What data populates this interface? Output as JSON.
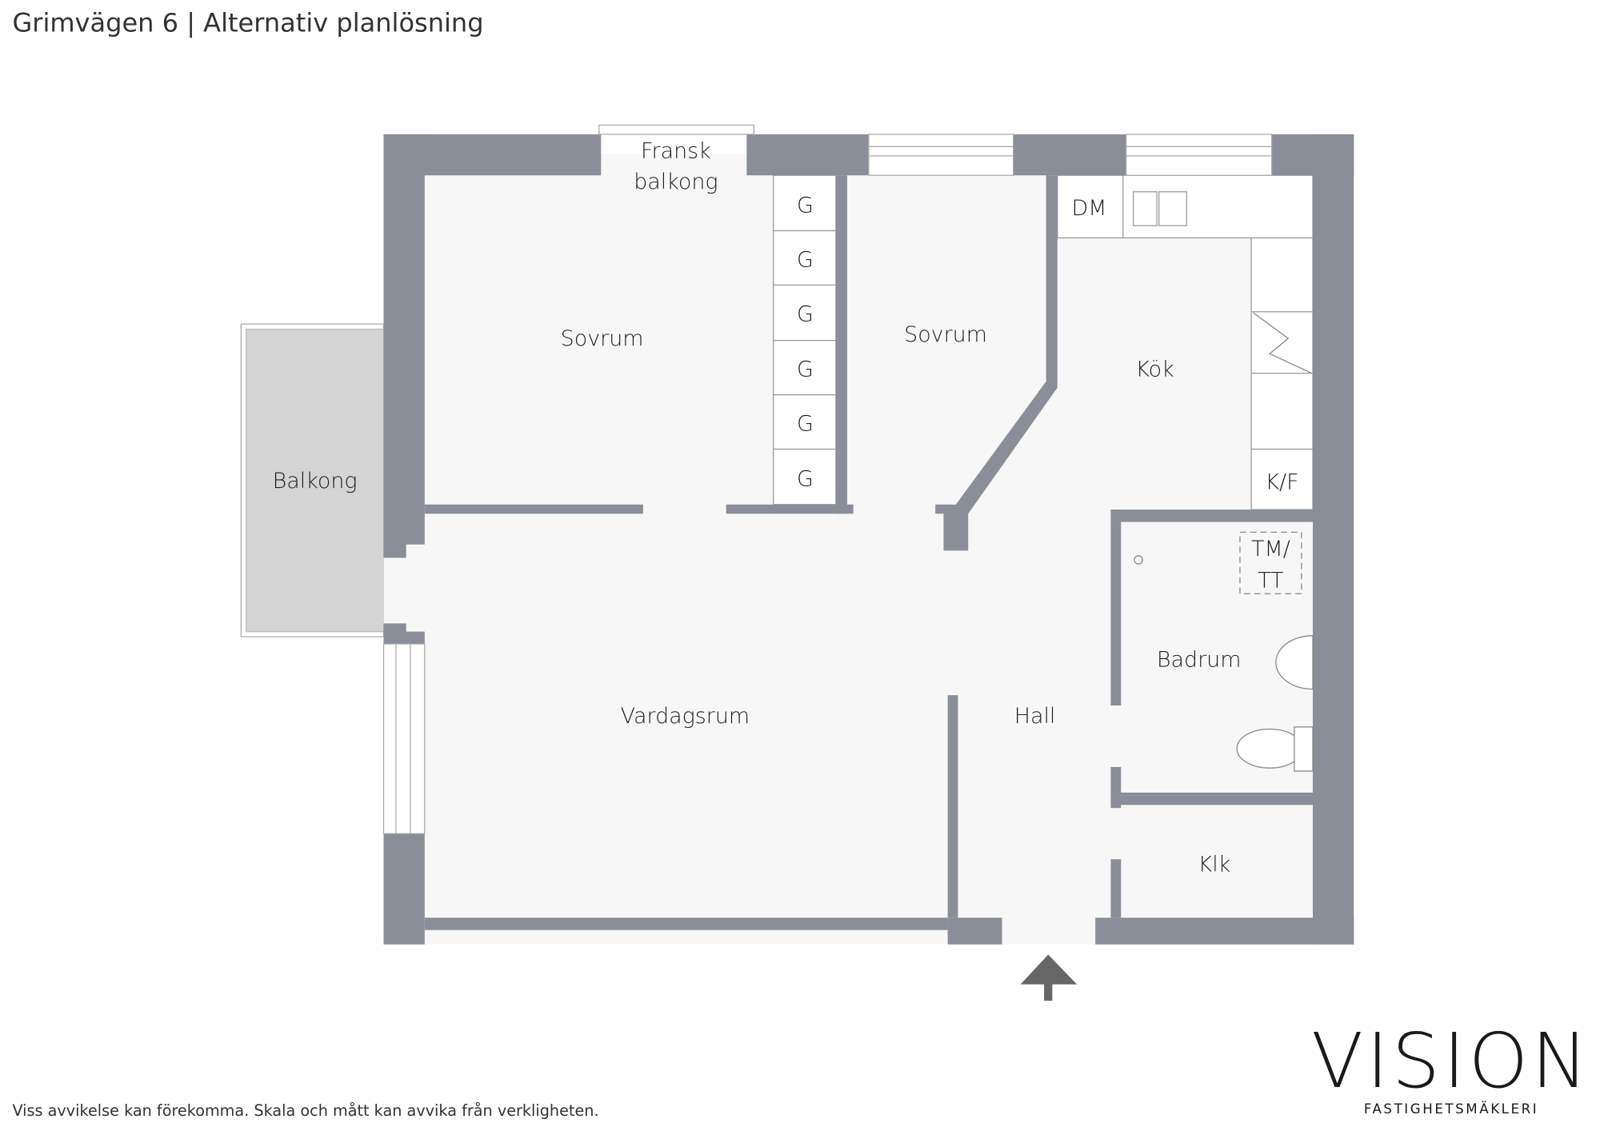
{
  "title": "Grimvägen 6 | Alternativ planlösning",
  "footnote": "Viss avvikelse kan förekomma. Skala och mått kan avvika från verkligheten.",
  "logo": {
    "name": "VISION",
    "subtitle": "FASTIGHETSMÄKLERI"
  },
  "rooms": {
    "fransk_balkong_1": "Fransk",
    "fransk_balkong_2": "balkong",
    "sovrum_1": "Sovrum",
    "sovrum_2": "Sovrum",
    "kok": "Kök",
    "balkong": "Balkong",
    "vardagsrum": "Vardagsrum",
    "hall": "Hall",
    "badrum": "Badrum",
    "klk": "Klk"
  },
  "fixtures": {
    "wardrobes": [
      "G",
      "G",
      "G",
      "G",
      "G",
      "G"
    ],
    "dm": "DM",
    "kf": "K/F",
    "tm_1": "TM/",
    "tm_2": "TT"
  },
  "colors": {
    "wall": "#898e99",
    "floor": "#f7f7f7",
    "balcony": "#d4d4d4"
  }
}
